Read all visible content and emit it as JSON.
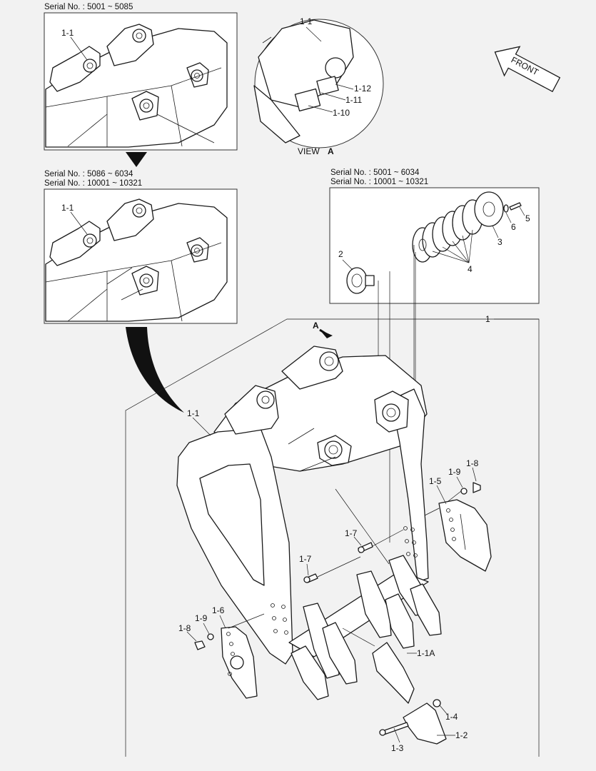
{
  "serials": {
    "top_left": "Serial No. : 5001 ~ 5085",
    "mid_left_1": "Serial No. : 5086 ~ 6034",
    "mid_left_2": "Serial No. : 10001 ~ 10321",
    "right_1": "Serial No. : 5001 ~ 6034",
    "right_2": "Serial No. : 10001 ~ 10321"
  },
  "view": {
    "caption": "VIEW",
    "letter": "A"
  },
  "front_arrow": "FRONT",
  "arrow_letter": "A",
  "callouts": {
    "c1_1_top": "1-1",
    "c1_1_mid": "1-1",
    "c1_1_view": "1-1",
    "c1_12": "1-12",
    "c1_11": "1-11",
    "c1_10": "1-10",
    "c2": "2",
    "c3": "3",
    "c4": "4",
    "c5": "5",
    "c6": "6",
    "c1": "1",
    "c1_1_main": "1-1",
    "c1_8_r": "1-8",
    "c1_9_r": "1-9",
    "c1_5": "1-5",
    "c1_7_a": "1-7",
    "c1_7_b": "1-7",
    "c1_6": "1-6",
    "c1_9_l": "1-9",
    "c1_8_l": "1-8",
    "c1_1A": "1-1A",
    "c1_4": "1-4",
    "c1_2": "1-2",
    "c1_3": "1-3"
  },
  "colors": {
    "background": "#f2f2f2",
    "line": "#1a1a1a",
    "panel": "#ffffff"
  }
}
